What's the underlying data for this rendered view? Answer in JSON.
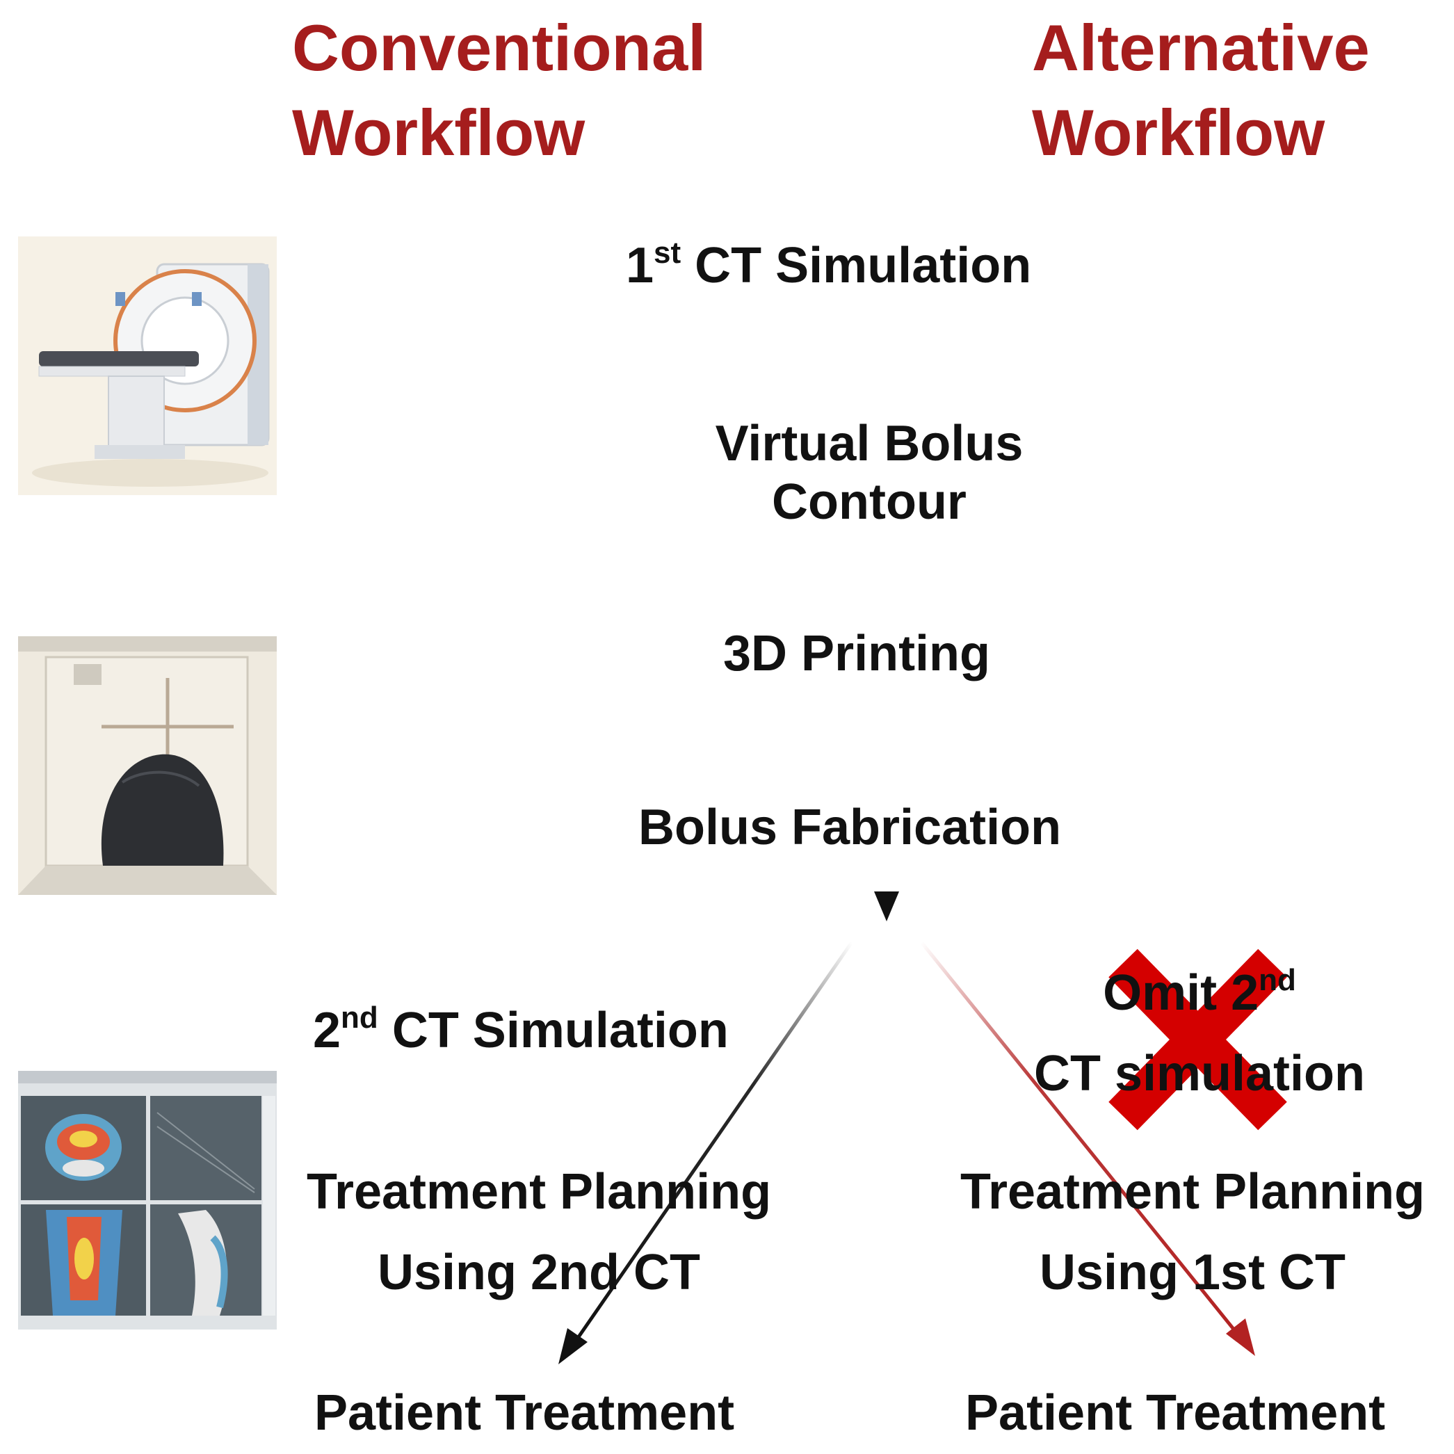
{
  "headings": {
    "conventional": [
      "Conventional",
      "Workflow"
    ],
    "alternative": [
      "Alternative",
      "Workflow"
    ]
  },
  "steps": {
    "first_ct": {
      "num": "1",
      "sup": "st",
      "rest": " CT Simulation"
    },
    "virtual_bolus": [
      "Virtual Bolus",
      "Contour"
    ],
    "printing_3d": "3D Printing",
    "bolus_fabrication": "Bolus Fabrication",
    "second_ct": {
      "num": "2",
      "sup": "nd",
      "rest": " CT Simulation"
    },
    "omit_second_ct": {
      "pre": "Omit 2",
      "sup": "nd",
      "line2": "CT simulation"
    },
    "planning_conventional": [
      "Treatment Planning",
      "Using 2nd CT"
    ],
    "planning_alternative": [
      "Treatment Planning",
      "Using 1st CT"
    ],
    "treatment_conventional": "Patient Treatment",
    "treatment_alternative": "Patient Treatment"
  },
  "images": [
    "ct-scanner-illustration",
    "3d-printer-bolus-illustration",
    "treatment-planning-software-screenshot"
  ],
  "colors": {
    "heading": "#a51d1d",
    "omit_cross": "#d40000",
    "alt_arrow": "#b22222",
    "conv_arrow": "#111111"
  }
}
